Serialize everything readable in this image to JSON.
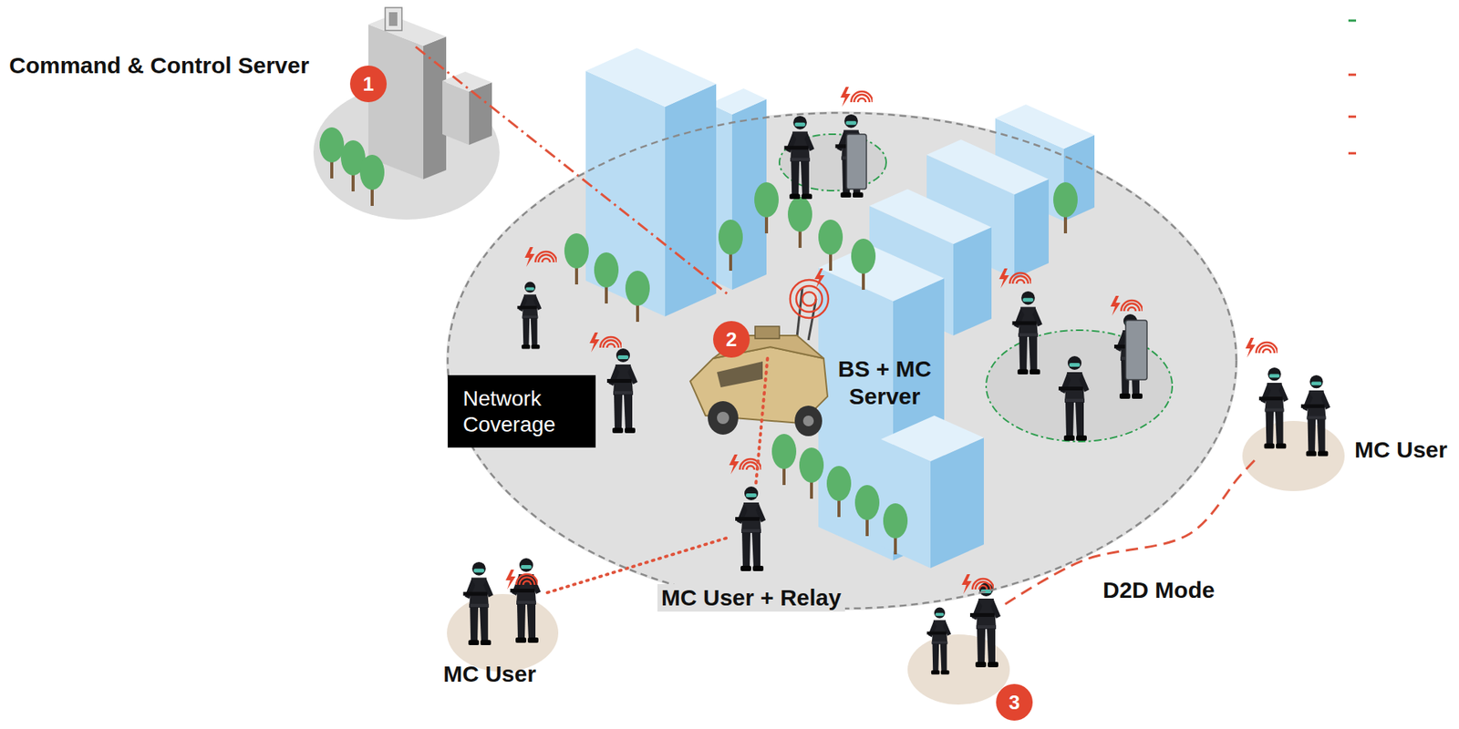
{
  "diagram": {
    "nodes": [
      {
        "text": [
          "Command & Control Server",
          "1"
        ]
      },
      {
        "text": [
          "Network Coverage"
        ]
      },
      {
        "text": [
          "2",
          "BS + MC Server"
        ],
        "in": 1
      },
      {
        "text": [
          "MC User + Relay"
        ],
        "in": 1
      },
      {
        "text": [
          "MC User"
        ]
      },
      {
        "text": [
          "MC User"
        ]
      },
      {
        "text": [
          "3"
        ]
      }
    ],
    "edges": [
      {
        "from": 0,
        "to": 2,
        "arrow": "none"
      },
      {
        "from": 2,
        "to": 3,
        "arrow": "none"
      },
      {
        "from": 3,
        "to": 4,
        "arrow": "none"
      },
      {
        "from": 6,
        "to": 5,
        "label": "D2D Mode",
        "arrow": "none"
      }
    ]
  }
}
